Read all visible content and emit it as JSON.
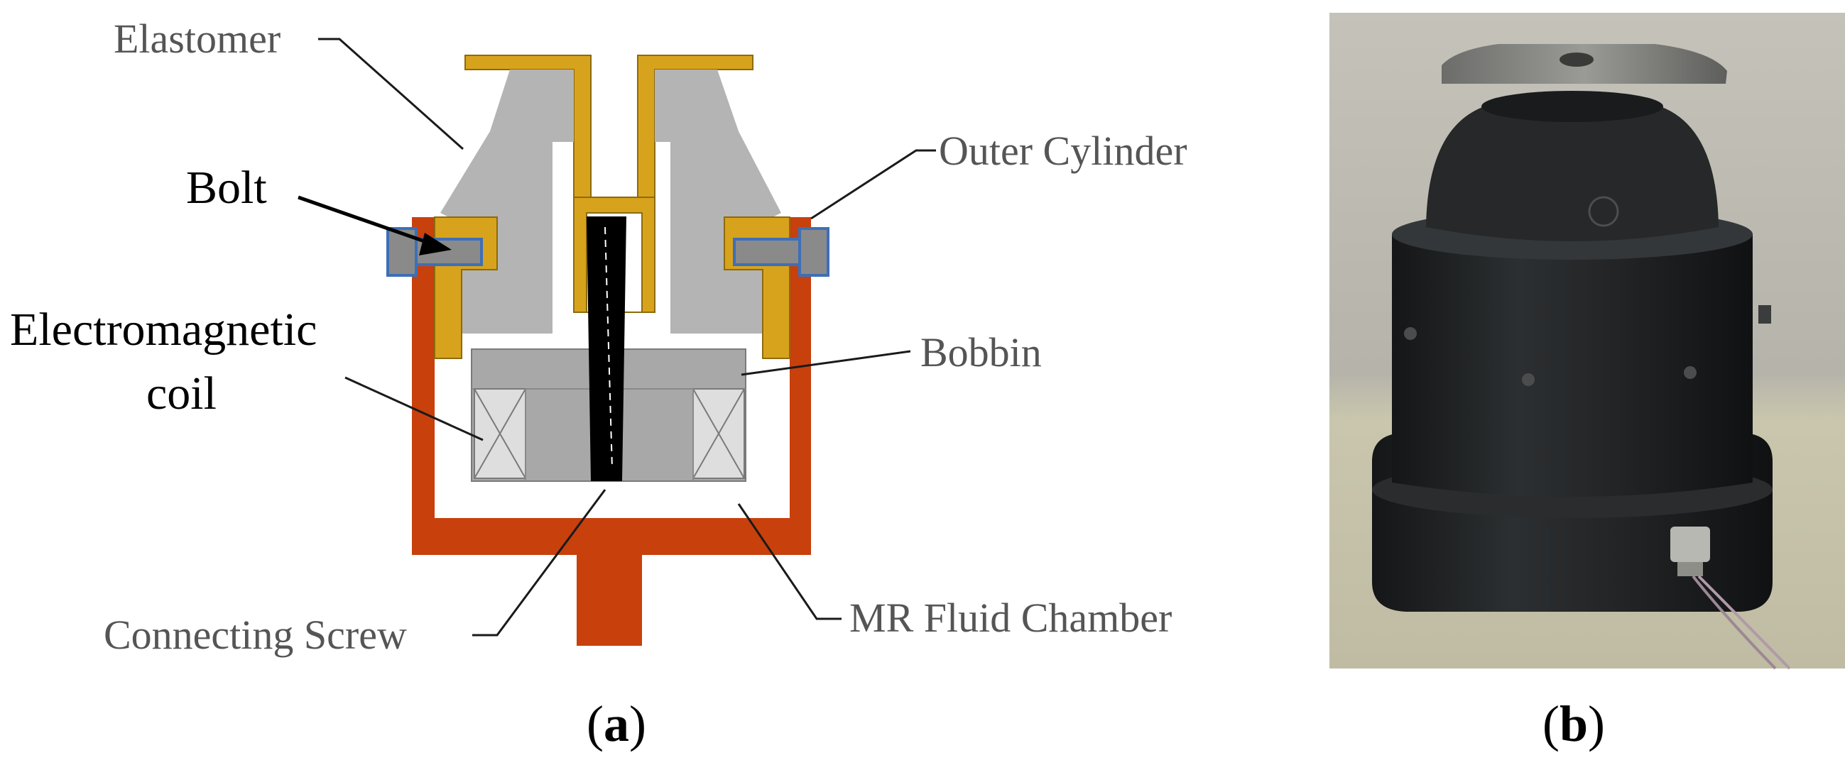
{
  "diagram": {
    "labels": {
      "elastomer": "Elastomer",
      "outer_cylinder": "Outer Cylinder",
      "bolt": "Bolt",
      "electromagnetic_coil_line1": "Electromagnetic",
      "electromagnetic_coil_line2": "coil",
      "bobbin": "Bobbin",
      "connecting_screw": "Connecting Screw",
      "mr_fluid_chamber": "MR Fluid Chamber"
    },
    "captions": {
      "a_open": "(",
      "a_letter": "a",
      "a_close": ")",
      "b_open": "(",
      "b_letter": "b",
      "b_close": ")"
    },
    "colors": {
      "elastomer": "#b4b4b4",
      "brass": "#d8a31c",
      "outer_cylinder": "#c8400c",
      "bobbin": "#a8a8a8",
      "coil": "#dedede",
      "screw": "#000000",
      "bolt_fill": "#8a8a8a",
      "bolt_outline": "#3d6fb8",
      "photo_background": "#b9b7ad",
      "photo_floor": "#c7c4a8",
      "mount_body": "#1f2123"
    }
  }
}
